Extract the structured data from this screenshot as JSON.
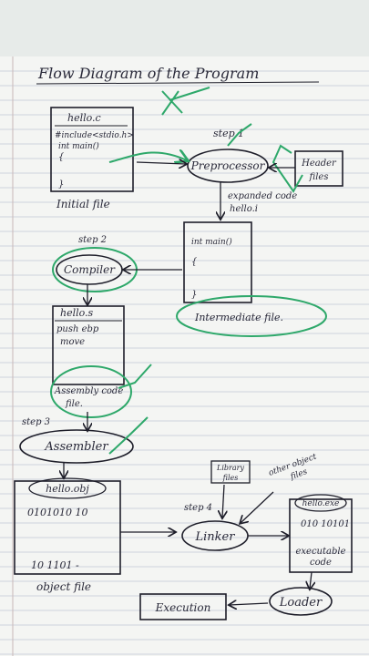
{
  "title": "Flow Diagram of the Program",
  "hello_c": {
    "filename": "hello.c",
    "code": [
      "#include<stdio.h>",
      "int main()",
      "{",
      "}"
    ],
    "caption": "Initial file"
  },
  "step1": "step 1",
  "preprocessor": "Preprocessor",
  "header_files": [
    "Header",
    "files"
  ],
  "expanded_code": [
    "expanded code",
    "hello.i"
  ],
  "hello_i": {
    "code": [
      "int main()",
      "{",
      "}"
    ]
  },
  "intermediate_file": "Intermediate file.",
  "step2": "step 2",
  "compiler": "Compiler",
  "hello_s": {
    "filename": "hello.s",
    "code": [
      "push ebp",
      "move"
    ]
  },
  "assembly_code_file": [
    "Assembly code",
    "file."
  ],
  "step3": "step 3",
  "assembler": "Assembler",
  "hello_obj": {
    "filename": "hello.obj",
    "bits_top": "0101010 10",
    "bits_bottom": "10 1101 -"
  },
  "object_file": "object file",
  "library_files": [
    "Library",
    "files"
  ],
  "other_object_files": [
    "other object",
    "files"
  ],
  "step4": "step 4",
  "linker": "Linker",
  "hello_exe": {
    "filename": "hello.exe",
    "bits": "010 10101",
    "caption": [
      "executable",
      "code"
    ]
  },
  "loader": "Loader",
  "execution": "Execution",
  "colors": {
    "ink": "#1e1e2a",
    "marker": "#2ea86a",
    "paper": "#f4f5f3",
    "rule": "#a8b4c8"
  }
}
